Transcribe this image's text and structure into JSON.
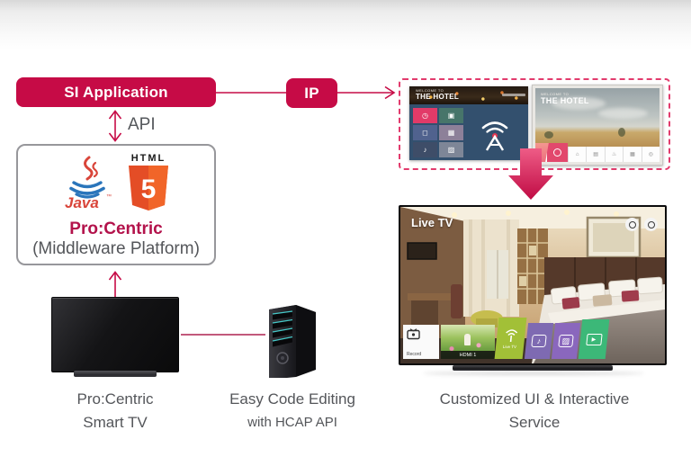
{
  "flow": {
    "si_application_label": "SI Application",
    "ip_label": "IP",
    "api_label": "API"
  },
  "middleware_box": {
    "java_logo_label": "Java",
    "java_tm": "™",
    "html_logo_label": "HTML",
    "html_logo_number": "5",
    "platform_name": "Pro:Centric",
    "platform_subtitle": "(Middleware Platform)"
  },
  "hotel_screens": {
    "left": {
      "welcome_small": "WELCOME TO",
      "hotel_name": "THE HOTEL"
    },
    "right": {
      "welcome_small": "WELCOME TO",
      "hotel_name": "THE HOTEL"
    }
  },
  "big_tv": {
    "live_tv_label": "Live TV",
    "launcher": {
      "record_label": "Record",
      "hdmi_label": "HDMI 1",
      "live_tv_tile_label": "Live TV"
    }
  },
  "captions": {
    "smart_tv": [
      "Pro:Centric",
      "Smart TV"
    ],
    "code_editing": [
      "Easy Code Editing",
      "with HCAP API"
    ],
    "service": [
      "Customized UI & Interactive",
      "Service"
    ]
  },
  "icons": {
    "left_screen_tiles": [
      "clock-icon",
      "camera-icon",
      "tv-icon",
      "apps-icon",
      "music-icon",
      "photo-icon"
    ],
    "right_screen_bar": [
      "home-icon",
      "grid-icon",
      "food-icon",
      "apps-icon",
      "target-icon"
    ],
    "other": [
      "wifi-antenna-icon",
      "java-logo",
      "html5-logo",
      "server-tower-icon",
      "record-tv-icon",
      "antenna-icon",
      "music-note-icon",
      "photo-icon",
      "tv-play-icon"
    ]
  },
  "colors": {
    "accent_red": "#c60b46",
    "arrow_gradient_top": "#ee5c86",
    "arrow_gradient_bottom": "#c00b44",
    "dashed_border": "#e23b6d",
    "procentric_red": "#b3124b",
    "text_gray": "#54565a",
    "screen_navy": "#33506e"
  }
}
